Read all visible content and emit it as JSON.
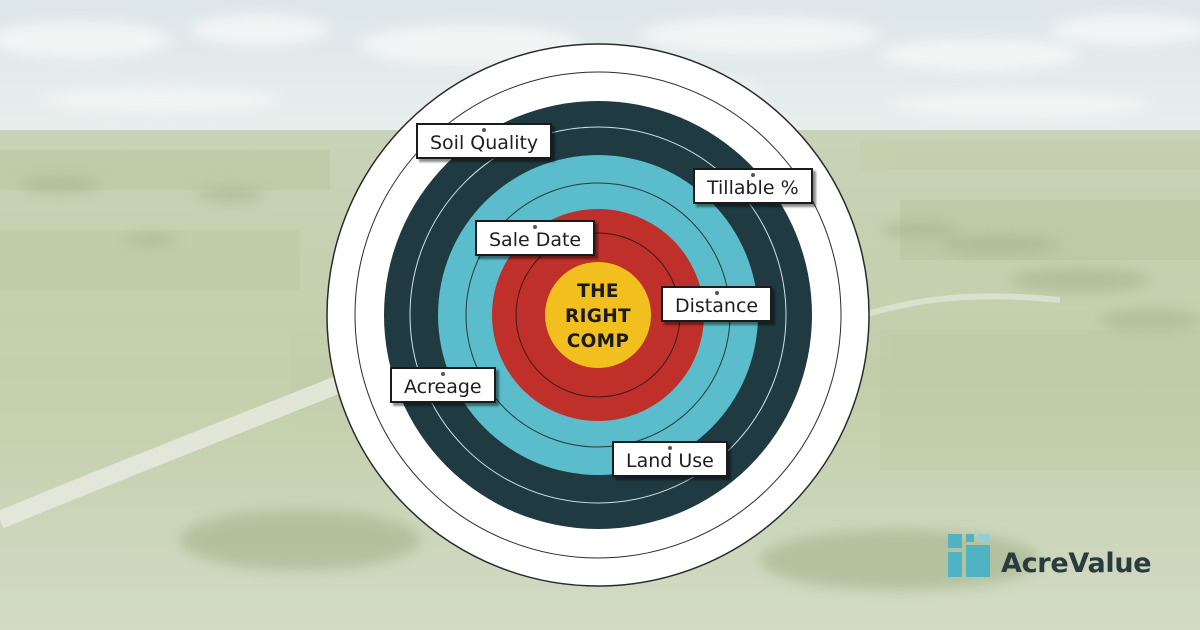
{
  "target": {
    "center_text": [
      "THE",
      "RIGHT",
      "COMP"
    ],
    "labels": [
      {
        "id": "soil-quality",
        "text": "Soil Quality"
      },
      {
        "id": "tillable",
        "text": "Tillable %"
      },
      {
        "id": "sale-date",
        "text": "Sale Date"
      },
      {
        "id": "distance",
        "text": "Distance"
      },
      {
        "id": "acreage",
        "text": "Acreage"
      },
      {
        "id": "land-use",
        "text": "Land Use"
      }
    ],
    "ring_colors": {
      "outer": "#ffffff",
      "dark": "#1f3a40",
      "teal": "#5bbccb",
      "red": "#c0302a",
      "gold": "#f2c01e"
    }
  },
  "brand": {
    "name": "AcreValue",
    "accent": "#4fb3c4"
  },
  "icons": [
    "acrevalue-logo-icon"
  ]
}
